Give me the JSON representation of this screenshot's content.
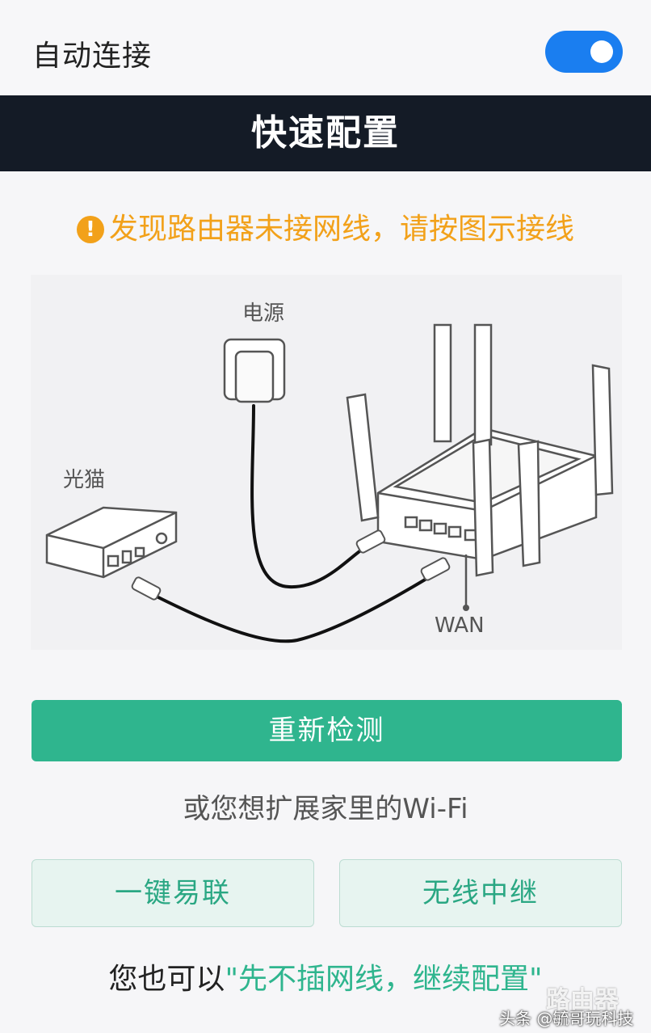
{
  "auto_connect": {
    "label": "自动连接",
    "enabled": true,
    "color": "#1a7ef0"
  },
  "header": {
    "title": "快速配置"
  },
  "warning": {
    "icon": "exclamation-icon",
    "text": "发现路由器未接网线，请按图示接线",
    "color": "#f2a11a"
  },
  "diagram": {
    "power_label": "电源",
    "modem_label": "光猫",
    "wan_label": "WAN"
  },
  "primary_button": {
    "label": "重新检测",
    "color": "#2fb58e"
  },
  "extend": {
    "text": "或您想扩展家里的Wi-Fi"
  },
  "secondary_buttons": [
    {
      "label": "一键易联"
    },
    {
      "label": "无线中继"
    }
  ],
  "footer": {
    "prefix": "您也可以",
    "link": "\"先不插网线，继续配置\""
  },
  "watermark": {
    "logo": "路由器",
    "text": "头条 @毓哥玩科技"
  }
}
